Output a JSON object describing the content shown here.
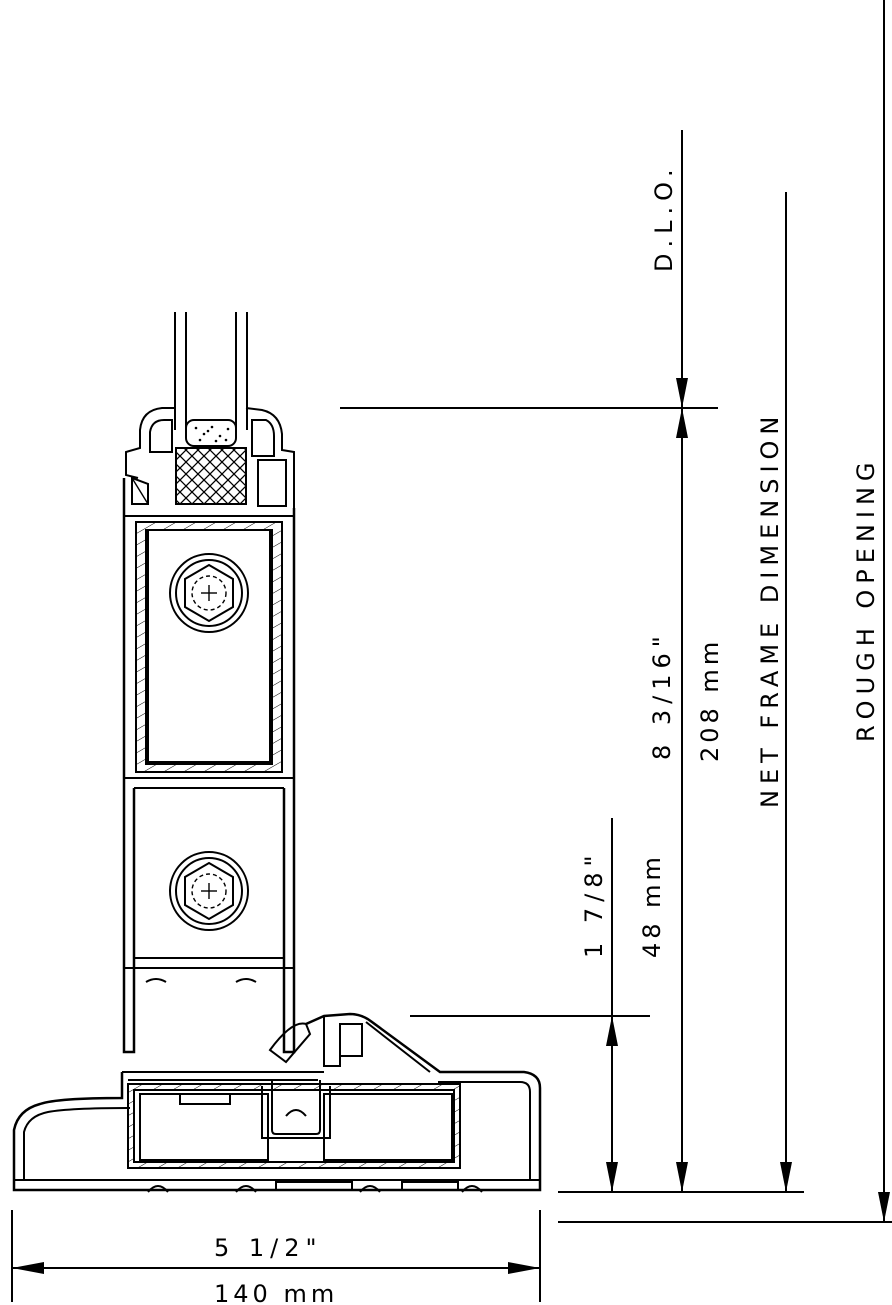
{
  "dimensions": {
    "dlo": "D.L.O.",
    "net_frame": "NET FRAME DIMENSION",
    "rough_opening": "ROUGH OPENING",
    "sash_height_in": "8 3/16\"",
    "sash_height_mm": "208 mm",
    "sill_height_in": "1 7/8\"",
    "sill_height_mm": "48 mm",
    "width_in": "5 1/2\"",
    "width_mm": "140 mm"
  }
}
